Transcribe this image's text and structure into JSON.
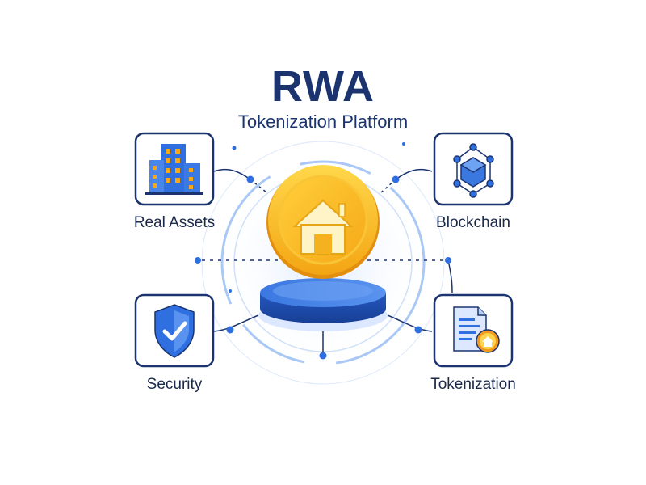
{
  "header": {
    "title": "RWA",
    "subtitle": "Tokenization Platform"
  },
  "nodes": {
    "real_assets": {
      "label": "Real Assets",
      "icon": "office-building-icon"
    },
    "blockchain": {
      "label": "Blockchain",
      "icon": "blockchain-cube-icon"
    },
    "security": {
      "label": "Security",
      "icon": "shield-check-icon"
    },
    "tokenization": {
      "label": "Tokenization",
      "icon": "document-token-icon"
    }
  },
  "center": {
    "icon": "house-coin-icon"
  },
  "colors": {
    "navy": "#1b3470",
    "blue": "#2f6fe0",
    "light_blue": "#8fb8f2",
    "gold": "#f6b21f",
    "gold_light": "#ffd34d",
    "orange": "#f29a1e"
  }
}
